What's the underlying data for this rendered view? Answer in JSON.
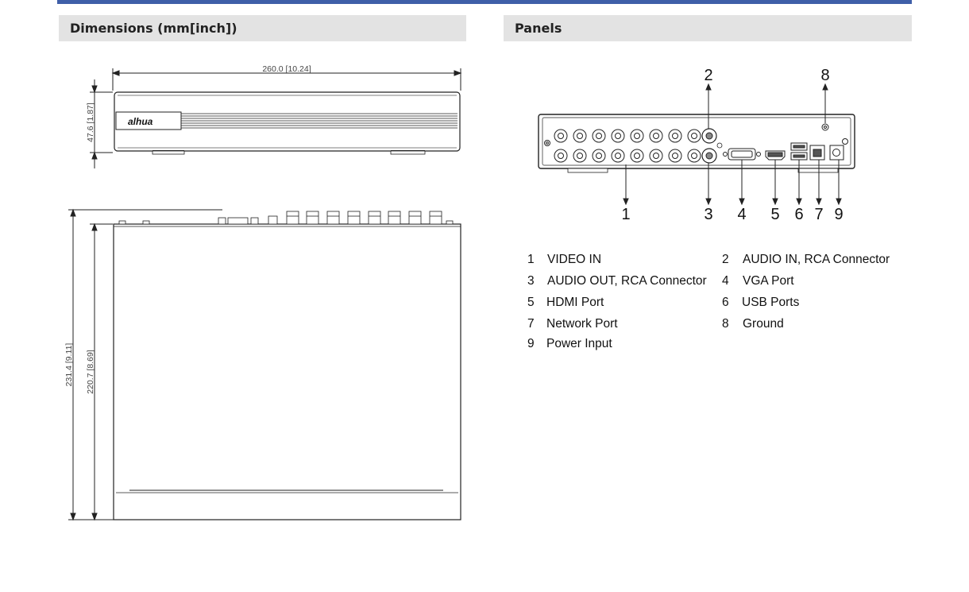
{
  "sections": {
    "dimensions": {
      "title": "Dimensions (mm[inch])"
    },
    "panels": {
      "title": "Panels"
    }
  },
  "drawing": {
    "width_label": "260.0  [10.24]",
    "height_label": "47.6  [1.87]",
    "outer_depth_label": "231.4  [9.11]",
    "inner_depth_label": "220.7  [8.69]",
    "brand": "alhua"
  },
  "callouts": [
    "1",
    "2",
    "3",
    "4",
    "5",
    "6",
    "7",
    "8",
    "9"
  ],
  "legend": [
    {
      "num": "1",
      "text": "VIDEO IN"
    },
    {
      "num": "2",
      "text": "AUDIO IN, RCA Connector"
    },
    {
      "num": "3",
      "text": "AUDIO OUT, RCA Connector"
    },
    {
      "num": "4",
      "text": "VGA Port"
    },
    {
      "num": "5",
      "text": "HDMI Port"
    },
    {
      "num": "6",
      "text": "USB Ports"
    },
    {
      "num": "7",
      "text": "Network Port"
    },
    {
      "num": "8",
      "text": "Ground"
    },
    {
      "num": "9",
      "text": "Power Input"
    }
  ]
}
